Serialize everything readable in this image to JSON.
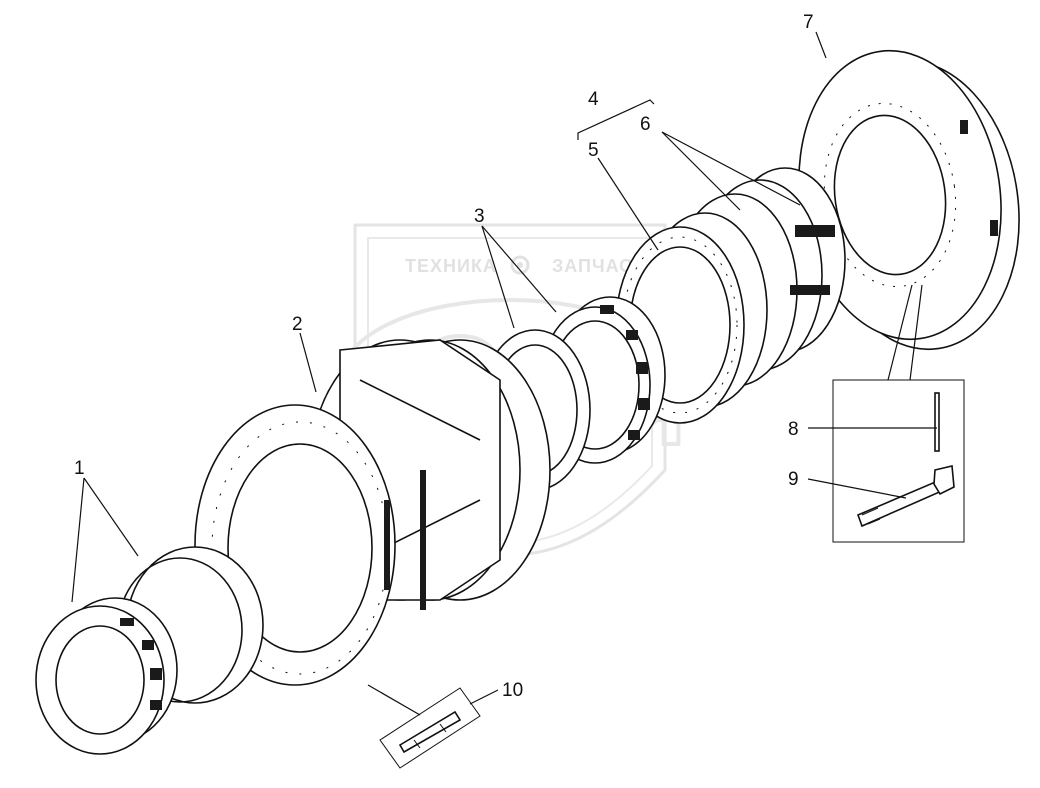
{
  "watermark": {
    "left_word": "ТЕХНИКА",
    "right_word": "ЗАПЧАСТИ",
    "logo_letters": "ЭПЦ"
  },
  "callouts": [
    {
      "id": "1",
      "label": "1"
    },
    {
      "id": "2",
      "label": "2"
    },
    {
      "id": "3",
      "label": "3"
    },
    {
      "id": "4",
      "label": "4"
    },
    {
      "id": "5",
      "label": "5"
    },
    {
      "id": "6",
      "label": "6"
    },
    {
      "id": "7",
      "label": "7"
    },
    {
      "id": "8",
      "label": "8"
    },
    {
      "id": "9",
      "label": "9"
    },
    {
      "id": "10",
      "label": "10"
    }
  ]
}
